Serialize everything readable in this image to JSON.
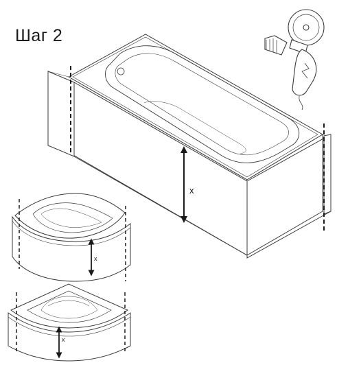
{
  "title": "Шаг 2",
  "labels": {
    "main_dimension": "x",
    "corner_dimension": "x",
    "quarter_dimension": "x"
  },
  "colors": {
    "line": "#3a3a3a",
    "cut_line": "#1a1a1a",
    "fill": "#ffffff"
  },
  "icons": {
    "tool": "angle-grinder-icon"
  }
}
